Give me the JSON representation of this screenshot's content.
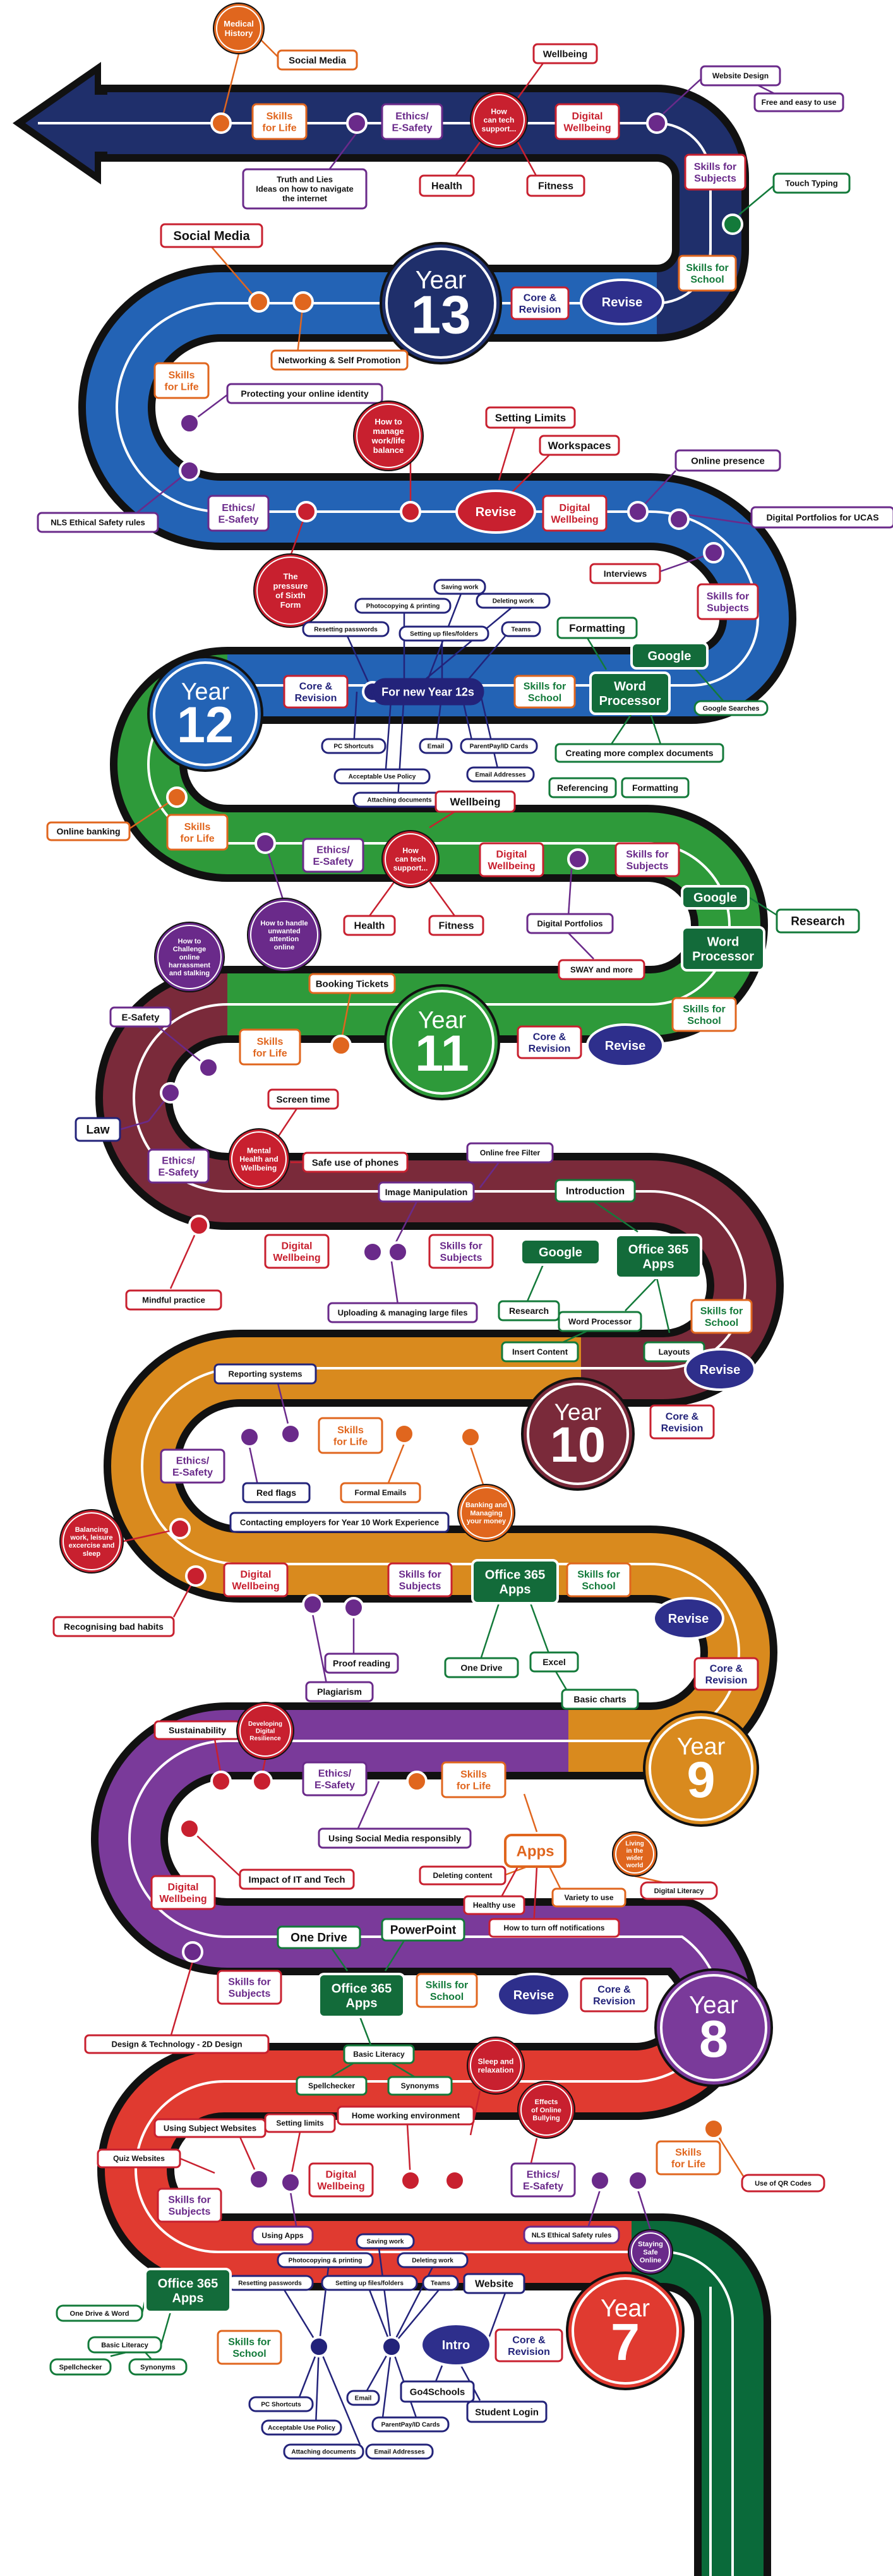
{
  "year_labels": {
    "y13": {
      "word": "Year",
      "num": "13"
    },
    "y12": {
      "word": "Year",
      "num": "12"
    },
    "y11": {
      "word": "Year",
      "num": "11"
    },
    "y10": {
      "word": "Year",
      "num": "10"
    },
    "y9": {
      "word": "Year",
      "num": "9"
    },
    "y8": {
      "word": "Year",
      "num": "8"
    },
    "y7": {
      "word": "Year",
      "num": "7"
    }
  },
  "colors": {
    "y13": "#1f2f6b",
    "y12": "#2363b5",
    "y11": "#2e9a3a",
    "y10": "#7a2a3a",
    "y9": "#d98a1e",
    "y8": "#7a3a9a",
    "y7": "#e03a30",
    "start": "#0a6a3a",
    "google_green": "#136b3a",
    "revise": "#2e2f8c",
    "red_circle": "#c8202f",
    "orange_circle": "#e0661e",
    "purple_circle": "#7a2a9a"
  },
  "labels": {
    "medical_history": "Medical History",
    "social_media_top": "Social Media",
    "skills_life_13a": "Skills for Life",
    "ethics_13a": "Ethics/ E-Safety",
    "how_tech_13": "How can tech support...",
    "wellbeing_13": "Wellbeing",
    "digital_wb_13": "Digital Wellbeing",
    "website_design": "Website Design",
    "free_easy": "Free and easy to use",
    "health_13": "Health",
    "fitness_13": "Fitness",
    "truth_lies_1": "Truth and Lies",
    "truth_lies_2": "Ideas on how to navigate",
    "truth_lies_3": "the internet",
    "subjects_13a": "Skills for Subjects",
    "touch_typing": "Touch Typing",
    "social_media_13": "Social Media",
    "core_rev_13": "Core & Revision",
    "revise_13": "Revise",
    "school_13": "Skills for School",
    "networking": "Networking & Self Promotion",
    "skills_life_13b": "Skills for Life",
    "protect_identity": "Protecting your online identity",
    "manage_balance": "How to manage work/life balance",
    "setting_limits_13": "Setting Limits",
    "workspaces": "Workspaces",
    "online_presence": "Online presence",
    "nls_rules": "NLS Ethical Safety rules",
    "ethics_13b": "Ethics/ E-Safety",
    "revise_13b": "Revise",
    "digital_wb_13b": "Digital Wellbeing",
    "portfolios_ucas": "Digital Portfolios for UCAS",
    "pressure_sixth": "The pressure of Sixth Form",
    "interviews": "Interviews",
    "subjects_13b": "Skills for Subjects",
    "saving_work_12": "Saving work",
    "photocopy_12": "Photocopying & printing",
    "deleting_12": "Deleting work",
    "reset_pw_12": "Resetting passwords",
    "setup_files_12": "Setting up files/folders",
    "teams_12": "Teams",
    "formatting_12": "Formatting",
    "google_12": "Google",
    "google_searches": "Google Searches",
    "core_rev_12": "Core & Revision",
    "for_new_12": "For new Year 12s",
    "school_12": "Skills for School",
    "word_proc_12": "Word Processor",
    "pc_shortcuts_12": "PC Shortcuts",
    "email_12": "Email",
    "parentpay_12": "ParentPay/ID Cards",
    "aup_12": "Acceptable Use Policy",
    "email_addr_12": "Email Addresses",
    "attach_12": "Attaching documents",
    "complex_docs": "Creating more complex documents",
    "referencing": "Referencing",
    "formatting_12b": "Formatting",
    "online_banking": "Online banking",
    "skills_life_12": "Skills for Life",
    "wellbeing_12": "Wellbeing",
    "ethics_12": "Ethics/ E-Safety",
    "how_tech_12": "How can tech support...",
    "digital_wb_12": "Digital Wellbeing",
    "subjects_12": "Skills for Subjects",
    "health_12": "Health",
    "fitness_12": "Fitness",
    "digital_portfolios": "Digital Portfolios",
    "sway": "SWAY and more",
    "google_11": "Google",
    "research_11": "Research",
    "word_proc_11": "Word Processor",
    "challenge_harass": "How to Challenge online harrassment and stalking",
    "unwanted_attention": "How to handle unwanted attention online",
    "school_11": "Skills for School",
    "booking_tickets": "Booking Tickets",
    "esafety_11": "E-Safety",
    "skills_life_11": "Skills for Life",
    "core_rev_11": "Core & Revision",
    "revise_11": "Revise",
    "screen_time": "Screen time",
    "law": "Law",
    "ethics_11": "Ethics/ E-Safety",
    "mental_health": "Mental Health and Wellbeing",
    "safe_phones": "Safe use of phones",
    "online_filter": "Online free Filter",
    "image_manip": "Image Manipulation",
    "introduction": "Introduction",
    "digital_wb_11": "Digital Wellbeing",
    "subjects_11": "Skills for Subjects",
    "google_11b": "Google",
    "o365_11": "Office 365 Apps",
    "mindful": "Mindful practice",
    "upload_files": "Uploading & managing large files",
    "research_11b": "Research",
    "word_proc_11b": "Word Processor",
    "school_11b": "Skills for School",
    "insert_content": "Insert Content",
    "layouts": "Layouts",
    "revise_11b": "Revise",
    "reporting": "Reporting systems",
    "core_rev_10": "Core & Revision",
    "ethics_10": "Ethics/ E-Safety",
    "skills_life_10": "Skills for Life",
    "red_flags": "Red flags",
    "formal_emails": "Formal Emails",
    "banking_money": "Banking and Managing your money",
    "balancing": "Balancing work, leisure excercise and sleep",
    "contacting_employers": "Contacting employers for Year 10 Work Experience",
    "digital_wb_10": "Digital Wellbeing",
    "subjects_10": "Skills for Subjects",
    "o365_10": "Office 365 Apps",
    "school_10": "Skills for School",
    "revise_10": "Revise",
    "bad_habits": "Recognising bad habits",
    "proof_reading": "Proof reading",
    "one_drive_10": "One Drive",
    "excel": "Excel",
    "core_rev_10b": "Core & Revision",
    "plagiarism": "Plagiarism",
    "basic_charts": "Basic charts",
    "sustainability": "Sustainability",
    "dev_resilience": "Developing Digital Resilience",
    "ethics_9": "Ethics/ E-Safety",
    "skills_life_9": "Skills for Life",
    "social_media_resp": "Using Social Media responsibly",
    "apps_9": "Apps",
    "living_world": "Living in the wider world",
    "impact_it": "Impact of IT and Tech",
    "deleting_content": "Deleting content",
    "variety": "Variety to use",
    "digital_literacy_9": "Digital Literacy",
    "digital_wb_9": "Digital Wellbeing",
    "healthy_use": "Healthy use",
    "turn_off_notif": "How to turn off notifications",
    "one_drive_8": "One Drive",
    "powerpoint": "PowerPoint",
    "subjects_8": "Skills for Subjects",
    "o365_8": "Office 365 Apps",
    "school_8": "Skills for School",
    "revise_8": "Revise",
    "core_rev_8": "Core & Revision",
    "design_tech": "Design & Technology - 2D Design",
    "basic_literacy_8": "Basic Literacy",
    "spellchecker_8": "Spellchecker",
    "synonyms_8": "Synonyms",
    "sleep_relax": "Sleep and relaxation",
    "home_env": "Home working environment",
    "setting_limits_8": "Setting limits",
    "effects_bullying": "Effects of Online Bullying",
    "using_subj_web": "Using Subject Websites",
    "quiz_websites": "Quiz Websites",
    "digital_wb_8": "Digital Wellbeing",
    "ethics_8": "Ethics/ E-Safety",
    "skills_life_8": "Skills for Life",
    "qr_codes": "Use of QR Codes",
    "subjects_7": "Skills for Subjects",
    "using_apps": "Using Apps",
    "nls_rules_7": "NLS Ethical Safety rules",
    "staying_safe": "Staying Safe Online",
    "saving_work_7": "Saving work",
    "photocopy_7": "Photocopying & printing",
    "deleting_7": "Deleting work",
    "reset_pw_7": "Resetting passwords",
    "setup_files_7": "Setting up files/folders",
    "teams_7": "Teams",
    "website_7": "Website",
    "o365_7": "Office 365 Apps",
    "one_drive_word": "One Drive & Word",
    "basic_literacy_7": "Basic Literacy",
    "spellchecker_7": "Spellchecker",
    "synonyms_7": "Synonyms",
    "school_7": "Skills for School",
    "intro": "Intro",
    "core_rev_7": "Core & Revision",
    "pc_shortcuts_7": "PC Shortcuts",
    "email_7": "Email",
    "go4schools": "Go4Schools",
    "student_login": "Student Login",
    "aup_7": "Acceptable Use Policy",
    "parentpay_7": "ParentPay/ID Cards",
    "attach_7": "Attaching documents",
    "email_addr_7": "Email Addresses"
  }
}
